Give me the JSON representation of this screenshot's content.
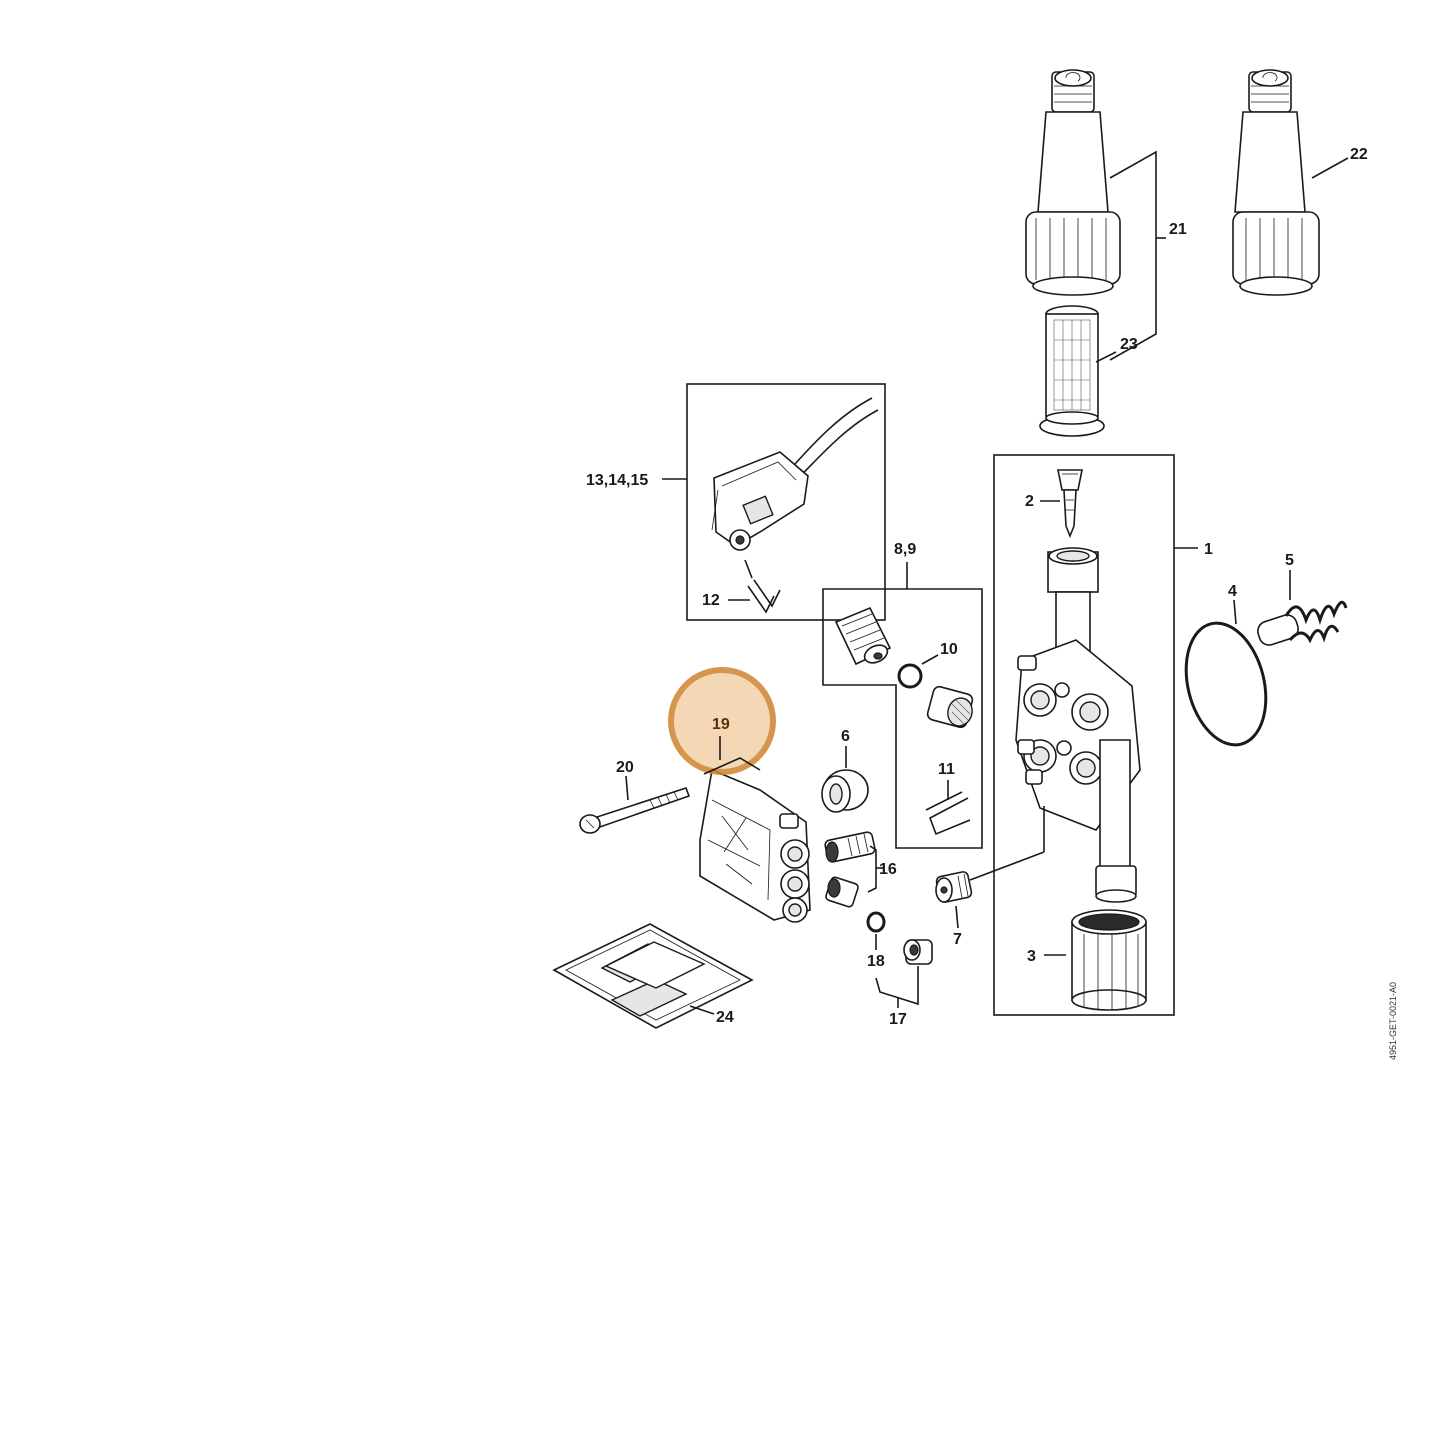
{
  "diagram": {
    "callouts": {
      "c1": "1",
      "c2": "2",
      "c3": "3",
      "c4": "4",
      "c5": "5",
      "c6": "6",
      "c7": "7",
      "c8_9": "8,9",
      "c10": "10",
      "c11": "11",
      "c12": "12",
      "c13_14_15": "13,14,15",
      "c16": "16",
      "c17": "17",
      "c18": "18",
      "c19": "19",
      "c20": "20",
      "c21": "21",
      "c22": "22",
      "c23": "23",
      "c24": "24"
    },
    "highlighted_callout": "19",
    "highlight_color": "#d0832f",
    "drawing_code": "4951-GET-0021-A0"
  }
}
